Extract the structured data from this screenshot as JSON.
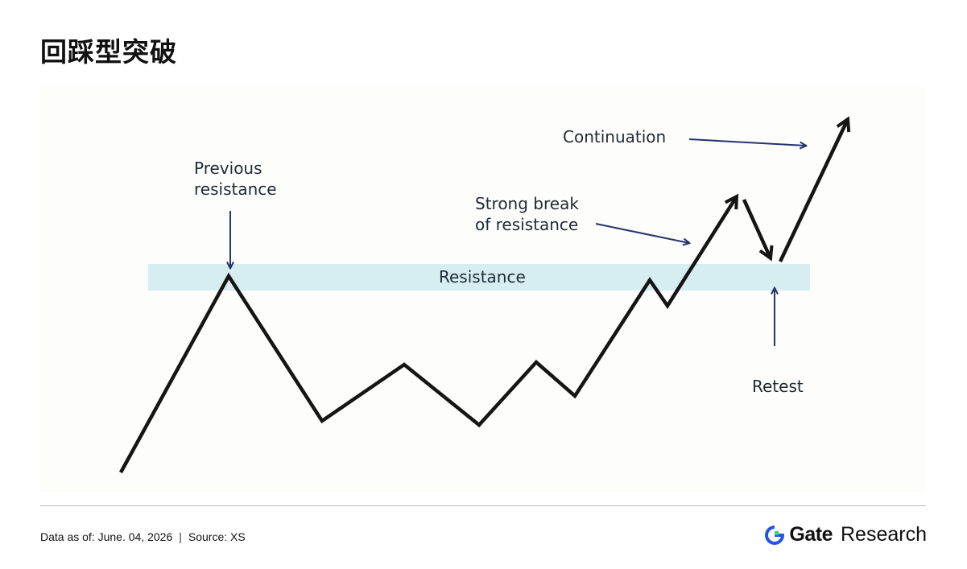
{
  "title": "回踩型突破",
  "diagram": {
    "zone_label": "Resistance",
    "labels": {
      "previous_resistance": [
        "Previous",
        "resistance"
      ],
      "strong_break": [
        "Strong break",
        "of resistance"
      ],
      "continuation": "Continuation",
      "retest": "Retest"
    },
    "colors": {
      "zone": "#d6eef0",
      "price_line": "#151515",
      "arrow": "#25346b",
      "text": "#1f2a36"
    }
  },
  "footer": {
    "data_as_of": "Data as of: June. 04, 2026",
    "separator": "|",
    "source": "Source:  XS",
    "brand_name": "Gate",
    "brand_suffix": "Research",
    "brand_color": "#2354e6"
  }
}
